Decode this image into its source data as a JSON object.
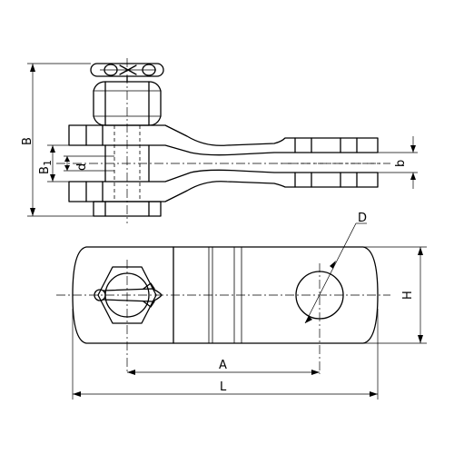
{
  "labels": {
    "B": "B",
    "B1_main": "B",
    "B1_sub": "1",
    "d": "d",
    "b": "b",
    "D": "D",
    "H": "H",
    "A": "A",
    "L": "L"
  }
}
